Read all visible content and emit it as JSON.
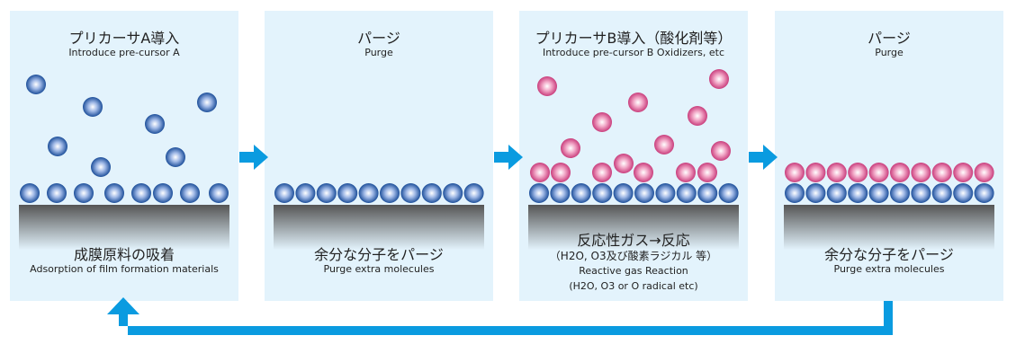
{
  "steps": [
    {
      "title_jp": "プリカーサA導入",
      "title_en": "Introduce pre-cursor A",
      "caption_jp": "成膜原料の吸着",
      "caption_en": "Adsorption of film formation materials"
    },
    {
      "title_jp": "パージ",
      "title_en": "Purge",
      "caption_jp": "余分な分子をパージ",
      "caption_en": "Purge extra molecules"
    },
    {
      "title_jp": "プリカーサB導入（酸化剤等）",
      "title_en": "Introduce pre-cursor B Oxidizers, etc",
      "caption_jp": "反応性ガス→反応",
      "caption_jp2": "（H2O, O3及び酸素ラジカル 等）",
      "caption_en": "Reactive gas Reaction",
      "caption_en2": "(H2O, O3 or O radical etc)"
    },
    {
      "title_jp": "パージ",
      "title_en": "Purge",
      "caption_jp": "余分な分子をパージ",
      "caption_en": "Purge extra molecules"
    }
  ],
  "colors": {
    "panel": "#e3f3fc",
    "arrow": "#0a9be0",
    "precursor_a": "#2a5fa8",
    "precursor_b": "#d9558f"
  }
}
